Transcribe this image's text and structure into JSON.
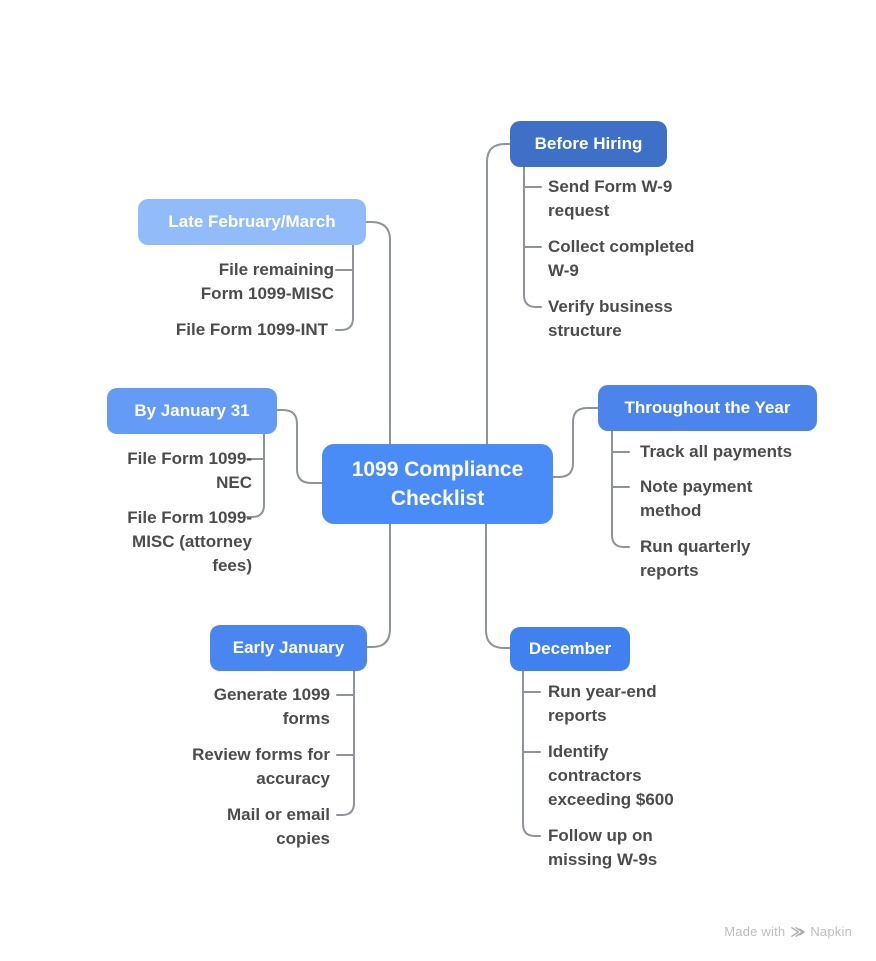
{
  "center": {
    "label": "1099 Compliance\nChecklist",
    "bg": "#4A8CF7"
  },
  "branches": [
    {
      "label": "Before Hiring",
      "bg": "#3E70C8",
      "items": [
        {
          "text": "Send Form W-9\nrequest"
        },
        {
          "text": "Collect completed\nW-9"
        },
        {
          "text": "Verify business\nstructure"
        }
      ]
    },
    {
      "label": "Late February/March",
      "bg": "#92BBF9",
      "items": [
        {
          "text": "File remaining\nForm 1099-MISC"
        },
        {
          "text": "File Form 1099-INT"
        }
      ]
    },
    {
      "label": "By January 31",
      "bg": "#639BF7",
      "items": [
        {
          "text": "File Form 1099-\nNEC"
        },
        {
          "text": "File Form 1099-\nMISC (attorney\nfees)"
        }
      ]
    },
    {
      "label": "Throughout the Year",
      "bg": "#4B84EA",
      "items": [
        {
          "text": "Track all payments"
        },
        {
          "text": "Note payment\nmethod"
        },
        {
          "text": "Run quarterly\nreports"
        }
      ]
    },
    {
      "label": "Early January",
      "bg": "#4A86EF",
      "items": [
        {
          "text": "Generate 1099\nforms"
        },
        {
          "text": "Review forms for\naccuracy"
        },
        {
          "text": "Mail or email\ncopies"
        }
      ]
    },
    {
      "label": "December",
      "bg": "#4180EF",
      "items": [
        {
          "text": "Run year-end\nreports"
        },
        {
          "text": "Identify\ncontractors\nexceeding $600"
        },
        {
          "text": "Follow up on\nmissing W-9s"
        }
      ]
    }
  ],
  "watermark": {
    "prefix": "Made with",
    "brand": "Napkin"
  },
  "colors": {
    "connector": "#8F949A",
    "item_text": "#4C4C4C",
    "center_bg": "#4A8CF7",
    "watermark_text": "#BDBDBD",
    "node_text": "#FFFFFF"
  }
}
